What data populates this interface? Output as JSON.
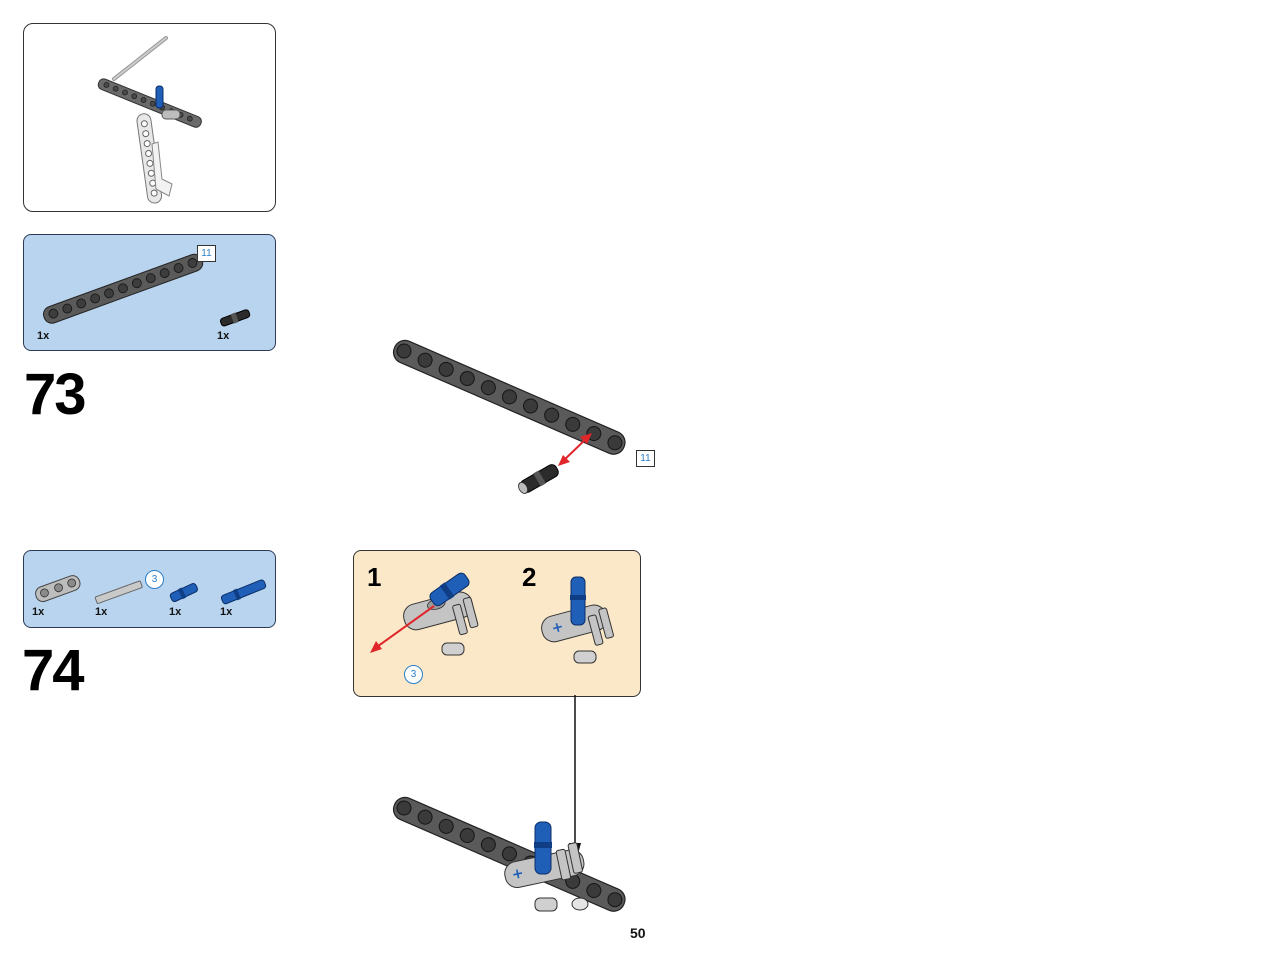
{
  "step73": {
    "number": "73",
    "parts": [
      {
        "qty": "1x",
        "name": "beam-11"
      },
      {
        "qty": "1x",
        "name": "connector-pin"
      }
    ],
    "beam_length": "11",
    "assembly_length": "11"
  },
  "step74": {
    "number": "74",
    "parts": [
      {
        "qty": "1x",
        "name": "cross-block"
      },
      {
        "qty": "1x",
        "name": "axle-3"
      },
      {
        "qty": "1x",
        "name": "axle-pin-short"
      },
      {
        "qty": "1x",
        "name": "axle-pin-long"
      }
    ],
    "axle_length": "3",
    "substeps": [
      {
        "number": "1",
        "axle_length": "3"
      },
      {
        "number": "2"
      }
    ]
  },
  "page": {
    "number": "50"
  },
  "colors": {
    "beam": "#5a5a5a",
    "blue_part": "#1f5fb8",
    "callout_blue": "#b9d4ef",
    "callout_cream": "#fbe8c8",
    "arrow_red": "#e0262b"
  }
}
